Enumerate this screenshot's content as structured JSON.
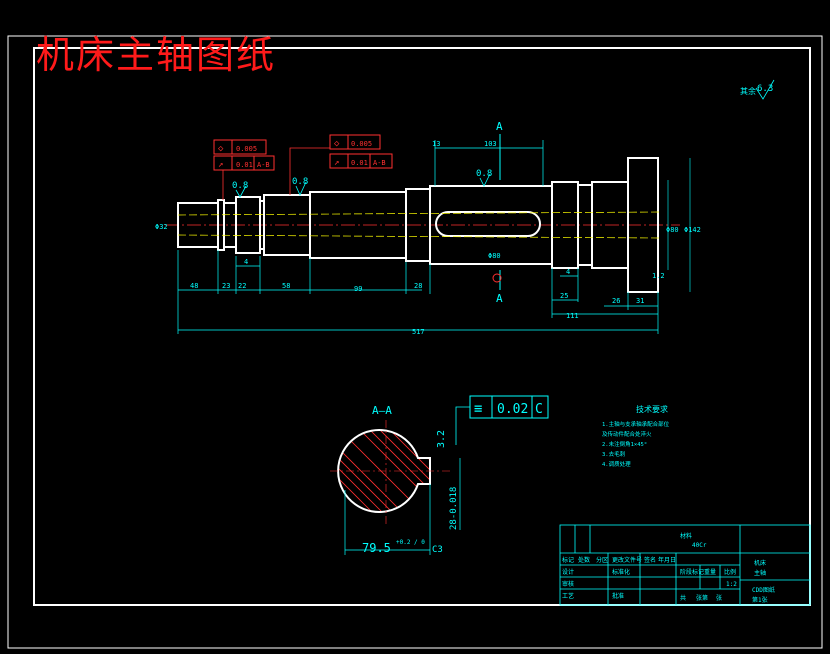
{
  "title": "机床主轴图纸",
  "colors": {
    "background": "#000000",
    "outline": "#ffffff",
    "dimension": "#00ffff",
    "center": "#ffff00",
    "annotation": "#ff3030",
    "hatch": "#ff3030",
    "keyway": "#ff00ff"
  },
  "roughness_others": {
    "label": "其余",
    "value": "6.3"
  },
  "section_marker": "A",
  "section_title": "A—A",
  "roughness": {
    "r1": "0.8",
    "r2": "0.8",
    "r3": "0.8",
    "keyway_side": "3.2"
  },
  "tolerance_frames": [
    {
      "row1_symbol": "◇",
      "row1_value": "0.005",
      "row2_symbol": "↗",
      "row2_value": "0.01",
      "row2_ref": "A-B"
    },
    {
      "row1_symbol": "◇",
      "row1_value": "0.005",
      "row2_symbol": "↗",
      "row2_value": "0.01",
      "row2_ref": "A-B"
    }
  ],
  "section_tolerance": {
    "symbol": "≡",
    "value": "0.02",
    "datum": "C"
  },
  "dimensions": {
    "d_left_end": "Φ32",
    "d_key": "Φ80",
    "d_flange": "Φ142",
    "d_flange_inner": "Φ80",
    "key_width_top": "103",
    "offset_13": "13",
    "len_48": "48",
    "len_23": "23",
    "len_4": "4",
    "len_22": "22",
    "len_58": "58",
    "len_99": "99",
    "len_28": "28",
    "len_25": "25",
    "len_4b": "4",
    "len_111": "111",
    "len_26": "26",
    "len_31": "31",
    "len_1_2": "1.2",
    "total_517": "517",
    "key_depth": "79.5",
    "key_depth_tol": "+0.2 / 0",
    "key_width": "28-0.018",
    "key_width_label": "0\n28-0.018",
    "chamfer": "C3"
  },
  "tech_requirements": {
    "title": "技术要求",
    "items": [
      "1.主轴与支承轴承配合部位",
      "  及传动件配合处淬火",
      "2.未注倒角1×45°",
      "3.去毛刺",
      "4.调质处理"
    ]
  },
  "title_block": {
    "material_label": "材料",
    "material": "40Cr",
    "part_name": "机床",
    "part_name2": "主轴",
    "drawing_no": "CDD图纸",
    "scale": "1:2",
    "rows": [
      "标记",
      "处数",
      "分区",
      "更改文件号",
      "签名",
      "年月日"
    ],
    "role_design": "设计",
    "role_check": "审核",
    "role_process": "工艺",
    "stage_label": "阶段标记",
    "weight_label": "重量",
    "scale_label": "比例",
    "sheet_label": "共",
    "sheet_of": "张第",
    "sheet_tail": "张",
    "std_label": "标准化",
    "approve_label": "批准",
    "school": "第1张"
  }
}
